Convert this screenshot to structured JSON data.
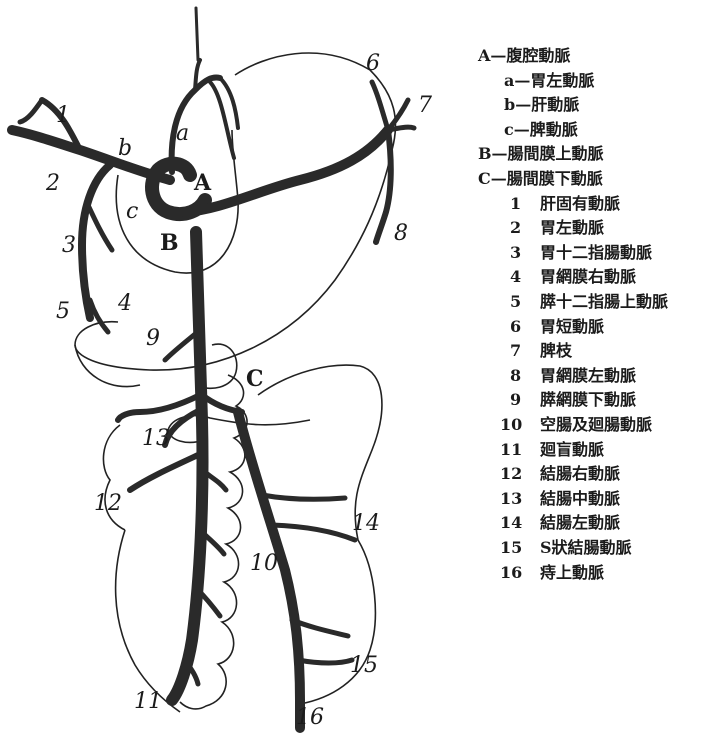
{
  "diagram": {
    "labels": {
      "A": "A",
      "B": "B",
      "C": "C",
      "a": "a",
      "b": "b",
      "c": "c",
      "n1": "1",
      "n2": "2",
      "n3": "3",
      "n4": "4",
      "n5": "5",
      "n6": "6",
      "n7": "7",
      "n8": "8",
      "n9": "9",
      "n10": "10",
      "n11": "11",
      "n12": "12",
      "n13": "13",
      "n14": "14",
      "n15": "15",
      "n16": "16"
    }
  },
  "legend": {
    "items": [
      {
        "key": "A—",
        "text": "腹腔動脈"
      },
      {
        "key": "a—",
        "text": "胃左動脈"
      },
      {
        "key": "b—",
        "text": "肝動脈"
      },
      {
        "key": "c—",
        "text": "脾動脈"
      },
      {
        "key": "B—",
        "text": "腸間膜上動脈"
      },
      {
        "key": "C—",
        "text": "腸間膜下動脈"
      },
      {
        "key": "1",
        "text": "肝固有動脈"
      },
      {
        "key": "2",
        "text": "胃左動脈"
      },
      {
        "key": "3",
        "text": "胃十二指腸動脈"
      },
      {
        "key": "4",
        "text": "胃網膜右動脈"
      },
      {
        "key": "5",
        "text": "膵十二指腸上動脈"
      },
      {
        "key": "6",
        "text": "胃短動脈"
      },
      {
        "key": "7",
        "text": "脾枝"
      },
      {
        "key": "8",
        "text": "胃網膜左動脈"
      },
      {
        "key": "9",
        "text": "膵網膜下動脈"
      },
      {
        "key": "10",
        "text": "空腸及廻腸動脈"
      },
      {
        "key": "11",
        "text": "廻盲動脈"
      },
      {
        "key": "12",
        "text": "結腸右動脈"
      },
      {
        "key": "13",
        "text": "結腸中動脈"
      },
      {
        "key": "14",
        "text": "結腸左動脈"
      },
      {
        "key": "15",
        "text": "S狀結腸動脈"
      },
      {
        "key": "16",
        "text": "痔上動脈"
      }
    ]
  }
}
